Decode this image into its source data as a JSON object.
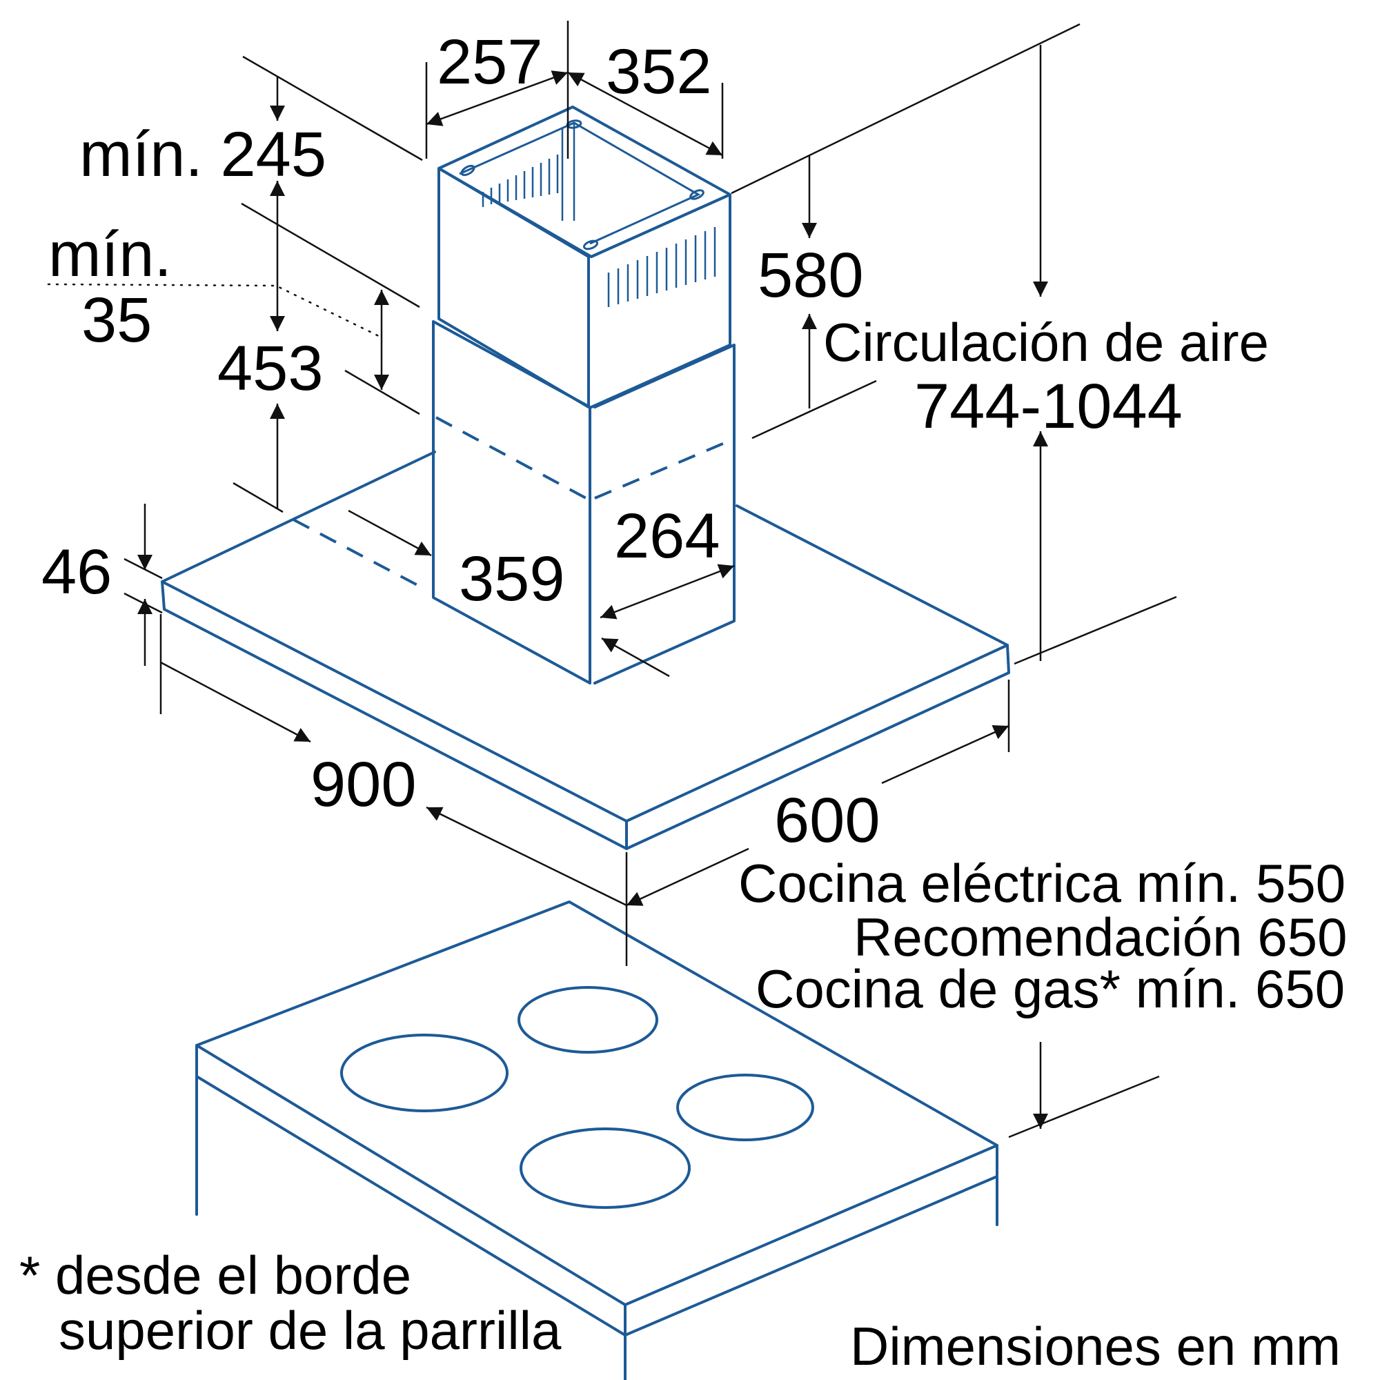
{
  "diagram": {
    "dimensions": {
      "d257": "257",
      "d352": "352",
      "min245": "mín. 245",
      "min35_line1": "mín.",
      "min35_line2": "35",
      "d453": "453",
      "d580": "580",
      "circ_line1": "Circulación de aire",
      "circ_line2": "744-1044",
      "d46": "46",
      "d264": "264",
      "d359": "359",
      "d900": "900",
      "d600": "600"
    },
    "clearance": {
      "electric": "Cocina eléctrica mín. 550",
      "recommended": "Recomendación 650",
      "gas": "Cocina de gas* mín. 650"
    },
    "footnote": {
      "line1": "* desde el borde",
      "line2": "superior de la parrilla"
    },
    "units_note": "Dimensiones en mm",
    "colors": {
      "object_stroke": "#1d5a96",
      "dimension_stroke": "#111111"
    }
  }
}
